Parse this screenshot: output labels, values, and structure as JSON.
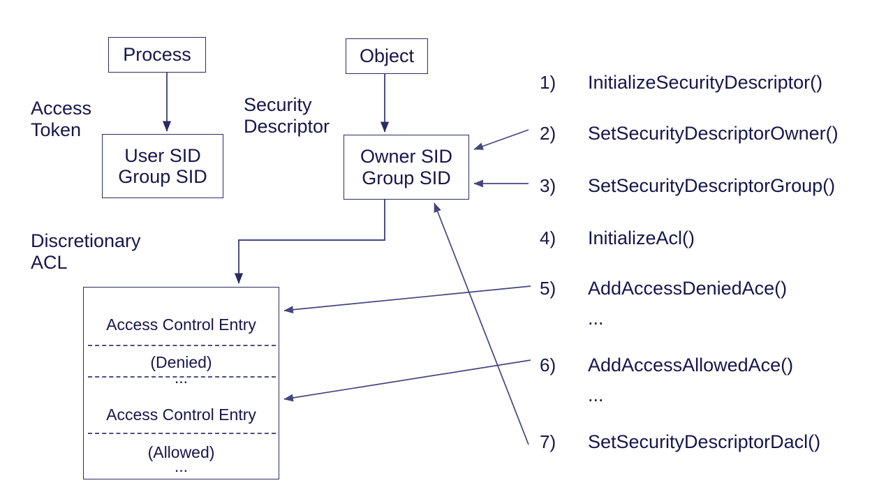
{
  "diagram": {
    "title": "Windows Security Descriptor / ACL structure",
    "colors": {
      "text": "#16164a",
      "box_border": "#2b2b63",
      "connector": "#454580",
      "dashed_rule": "#4d4d84",
      "background": "#ffffff"
    },
    "nodes": {
      "process": {
        "label": "Process"
      },
      "object": {
        "label": "Object"
      },
      "access_token": {
        "label": "Access\nToken",
        "line1": "User SID",
        "line2": "Group SID"
      },
      "security_descriptor": {
        "label": "Security\nDescriptor",
        "line1": "Owner SID",
        "line2": "Group SID"
      },
      "dacl": {
        "label": "Discretionary\nACL",
        "entries": [
          {
            "title": "Access Control Entry",
            "subtitle": "(Denied)"
          },
          {
            "ellipsis": "..."
          },
          {
            "title": "Access Control Entry",
            "subtitle": "(Allowed)"
          },
          {
            "ellipsis": "..."
          }
        ]
      }
    },
    "api_list": [
      {
        "num": "1)",
        "name": "InitializeSecurityDescriptor()"
      },
      {
        "num": "2)",
        "name": "SetSecurityDescriptorOwner()"
      },
      {
        "num": "3)",
        "name": "SetSecurityDescriptorGroup()"
      },
      {
        "num": "4)",
        "name": "InitializeAcl()"
      },
      {
        "num": "5)",
        "name": "AddAccessDeniedAce()"
      },
      {
        "num": "",
        "name": "..."
      },
      {
        "num": "6)",
        "name": "AddAccessAllowedAce()"
      },
      {
        "num": "",
        "name": "..."
      },
      {
        "num": "7)",
        "name": "SetSecurityDescriptorDacl()"
      }
    ]
  }
}
